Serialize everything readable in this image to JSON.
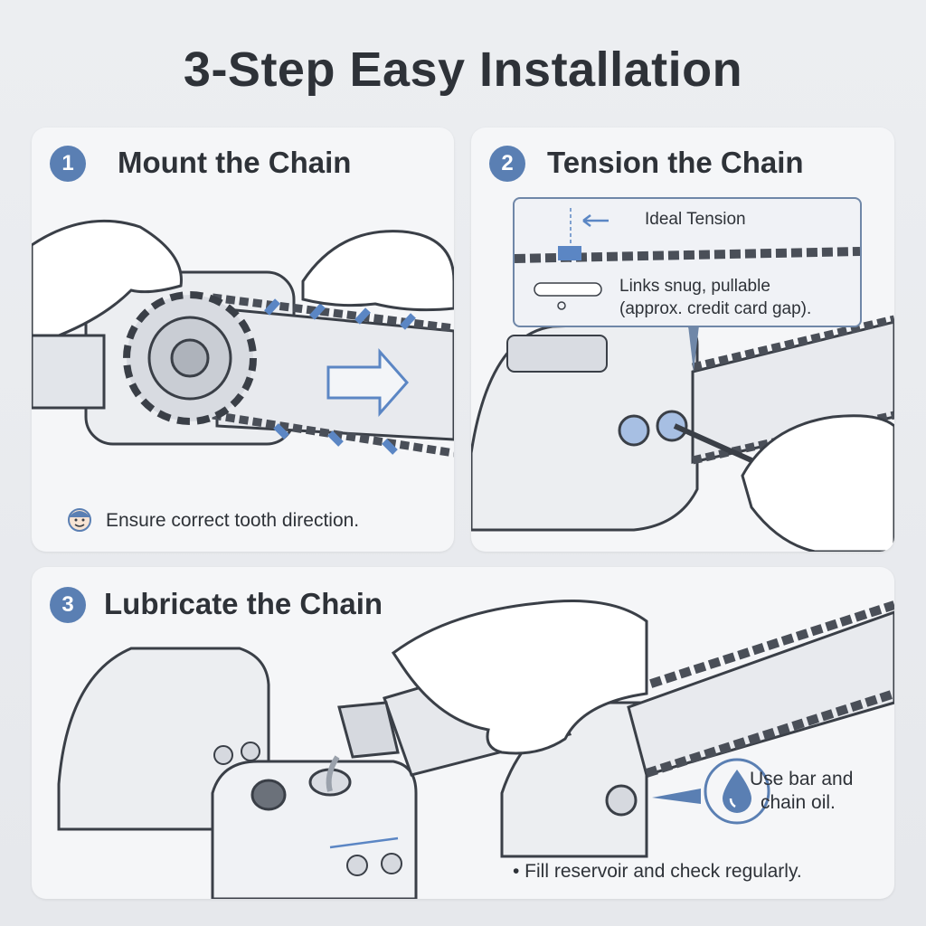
{
  "title": "3-Step Easy Installation",
  "steps": [
    {
      "number": "1",
      "title": "Mount the Chain",
      "note": "Ensure correct tooth direction."
    },
    {
      "number": "2",
      "title": "Tension the Chain",
      "callout_heading": "Ideal Tension",
      "callout_line1": "Links snug, pullable",
      "callout_line2": "(approx. credit card gap)."
    },
    {
      "number": "3",
      "title": "Lubricate the Chain",
      "oil_line1": "Use bar and",
      "oil_line2": "chain oil.",
      "note": "• Fill reservoir and check regularly."
    }
  ],
  "colors": {
    "accent": "#5a7fb3",
    "chain_highlight": "#5b86c4",
    "outline": "#3a3f47"
  },
  "icons": [
    "face-icon",
    "oil-drop-icon",
    "direction-arrow-icon",
    "tension-arrow-icon"
  ]
}
